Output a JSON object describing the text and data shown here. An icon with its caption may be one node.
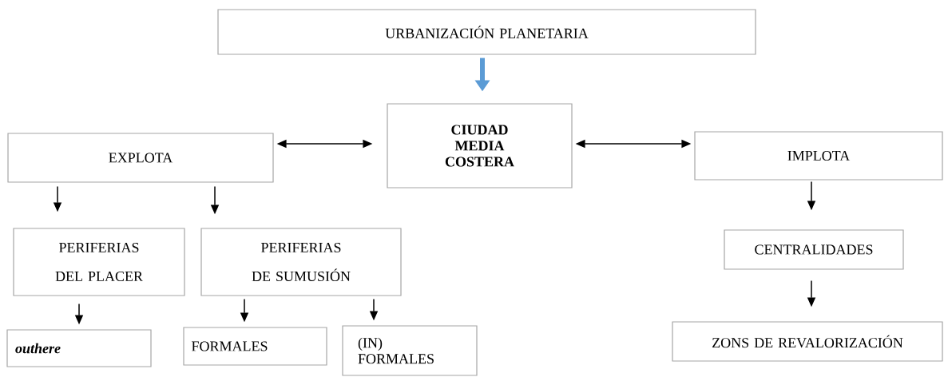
{
  "diagram": {
    "nodes": [
      {
        "text": [
          "URBANIZACIÓN PLANETARIA"
        ]
      },
      {
        "text": [
          "CIUDAD MEDIA COSTERA"
        ]
      },
      {
        "text": [
          "EXPLOTA"
        ]
      },
      {
        "text": [
          "IMPLOTA"
        ]
      },
      {
        "text": [
          "PERIFERIAS DEL PLACER"
        ]
      },
      {
        "text": [
          "PERIFERIAS DE SUMUSIÓN"
        ]
      },
      {
        "text": [
          "outhere"
        ]
      },
      {
        "text": [
          "FORMALES"
        ]
      },
      {
        "text": [
          "(IN) FORMALES"
        ]
      },
      {
        "text": [
          "CENTRALIDADES"
        ]
      },
      {
        "text": [
          "ZONS DE REVALORIZACIÓN"
        ]
      }
    ],
    "edges": [
      {
        "from": 0,
        "to": 1,
        "arrow": "to",
        "style": "thick",
        "color": "#5b9bd5"
      },
      {
        "from": 2,
        "to": 1,
        "arrow": "both"
      },
      {
        "from": 1,
        "to": 3,
        "arrow": "both"
      },
      {
        "from": 2,
        "to": 4,
        "arrow": "to"
      },
      {
        "from": 2,
        "to": 5,
        "arrow": "to"
      },
      {
        "from": 4,
        "to": 6,
        "arrow": "to"
      },
      {
        "from": 5,
        "to": 7,
        "arrow": "to"
      },
      {
        "from": 5,
        "to": 8,
        "arrow": "to"
      },
      {
        "from": 3,
        "to": 9,
        "arrow": "to"
      },
      {
        "from": 9,
        "to": 10,
        "arrow": "to"
      }
    ]
  }
}
